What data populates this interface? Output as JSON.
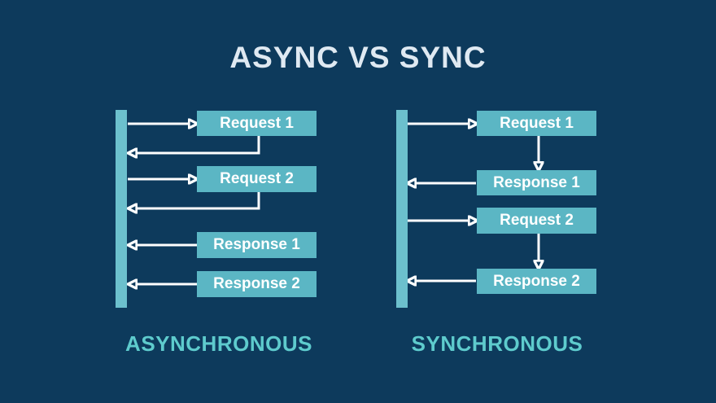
{
  "title": "ASYNC VS SYNC",
  "colors": {
    "background": "#0d3a5c",
    "box": "#5bb6c4",
    "lifeline": "#6cc0cd",
    "caption_text": "#5ecbcd",
    "title_text": "#dfe9f2",
    "arrow": "#ffffff"
  },
  "diagrams": [
    {
      "caption": "ASYNCHRONOUS",
      "boxes": [
        {
          "label": "Request 1"
        },
        {
          "label": "Request 2"
        },
        {
          "label": "Response 1"
        },
        {
          "label": "Response 2"
        }
      ]
    },
    {
      "caption": "SYNCHRONOUS",
      "boxes": [
        {
          "label": "Request 1"
        },
        {
          "label": "Response 1"
        },
        {
          "label": "Request 2"
        },
        {
          "label": "Response 2"
        }
      ]
    }
  ]
}
